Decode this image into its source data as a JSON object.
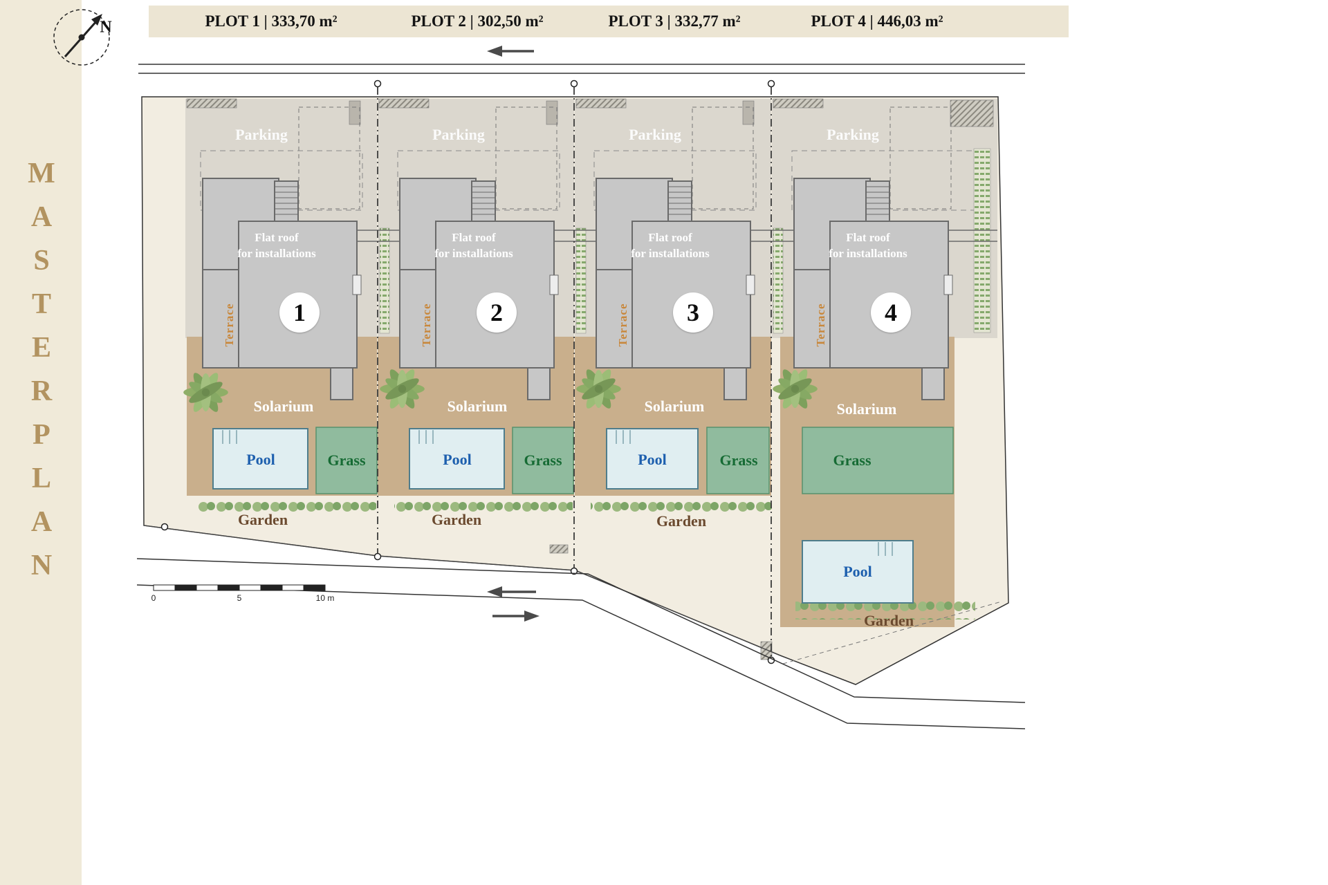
{
  "sidebar": {
    "title": "MASTERPLAN"
  },
  "compass": {
    "north": "N"
  },
  "plots": [
    {
      "header": "PLOT 1 | 333,70 m²",
      "number": "1",
      "parking": "Parking",
      "flat_roof_line1": "Flat roof",
      "flat_roof_line2": "for installations",
      "terrace": "Terrace",
      "solarium": "Solarium",
      "pool": "Pool",
      "grass": "Grass",
      "garden": "Garden"
    },
    {
      "header": "PLOT 2 | 302,50 m²",
      "number": "2",
      "parking": "Parking",
      "flat_roof_line1": "Flat roof",
      "flat_roof_line2": "for installations",
      "terrace": "Terrace",
      "solarium": "Solarium",
      "pool": "Pool",
      "grass": "Grass",
      "garden": "Garden"
    },
    {
      "header": "PLOT 3 | 332,77 m²",
      "number": "3",
      "parking": "Parking",
      "flat_roof_line1": "Flat roof",
      "flat_roof_line2": "for installations",
      "terrace": "Terrace",
      "solarium": "Solarium",
      "pool": "Pool",
      "grass": "Grass",
      "garden": "Garden"
    },
    {
      "header": "PLOT 4 | 446,03 m²",
      "number": "4",
      "parking": "Parking",
      "flat_roof_line1": "Flat roof",
      "flat_roof_line2": "for installations",
      "terrace": "Terrace",
      "solarium": "Solarium",
      "pool": "Pool",
      "grass": "Grass",
      "garden": "Garden"
    }
  ],
  "scale_bar": {
    "zero": "0",
    "five": "5",
    "ten": "10 m"
  },
  "colors": {
    "accent_gold": "#b29360",
    "terrace_orange": "#c8873b",
    "pool_blue": "#1d5fae",
    "grass_green": "#166b34",
    "garden_brown": "#6b4a2f",
    "solarium_tan": "#c9af8c",
    "site_beige": "#f2ede1",
    "building_gray": "#c7c7c7",
    "parking_gray": "#dbd7ce"
  }
}
